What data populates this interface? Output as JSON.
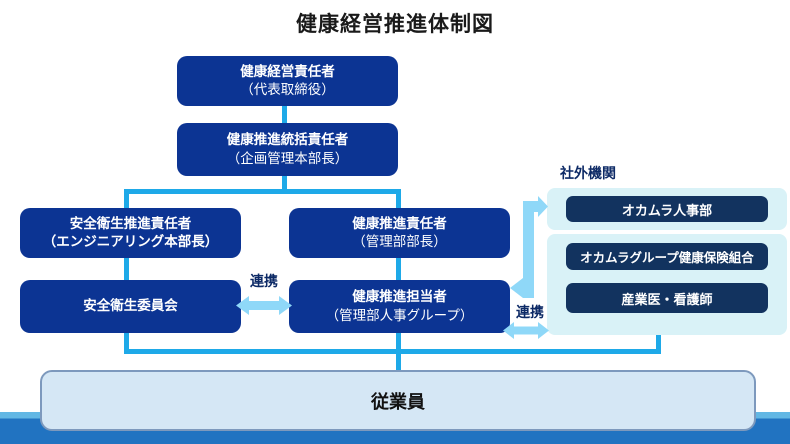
{
  "title": "健康経営推進体制図",
  "colors": {
    "primary_box": "#0c3493",
    "navy_box": "#12335f",
    "connector": "#1ea9e8",
    "link_arrow": "#8fd8f8",
    "panel": "#d9f2f7",
    "employee_fill": "#d5e7f5",
    "employee_border": "#7d99bd",
    "strip_top": "#62b7e4",
    "strip_bottom": "#2173c1",
    "link_label": "#0d2a66"
  },
  "nodes": {
    "ceo": {
      "title": "健康経営責任者",
      "subtitle": "（代表取締役）"
    },
    "supervisor": {
      "title": "健康推進統括責任者",
      "subtitle": "（企画管理本部長）"
    },
    "safety_lead": {
      "title": "安全衛生推進責任者",
      "subtitle": "（エンジニアリング本部長）"
    },
    "safety_committee": {
      "title": "安全衛生委員会"
    },
    "health_lead": {
      "title": "健康推進責任者",
      "subtitle": "（管理部部長）"
    },
    "health_staff": {
      "title": "健康推進担当者",
      "subtitle": "（管理部人事グループ）"
    }
  },
  "links": {
    "left_label": "連携",
    "right_label": "連携"
  },
  "external": {
    "label": "社外機関",
    "items": [
      "オカムラ人事部",
      "オカムラグループ健康保険組合",
      "産業医・看護師"
    ]
  },
  "employees": {
    "label": "従業員"
  }
}
